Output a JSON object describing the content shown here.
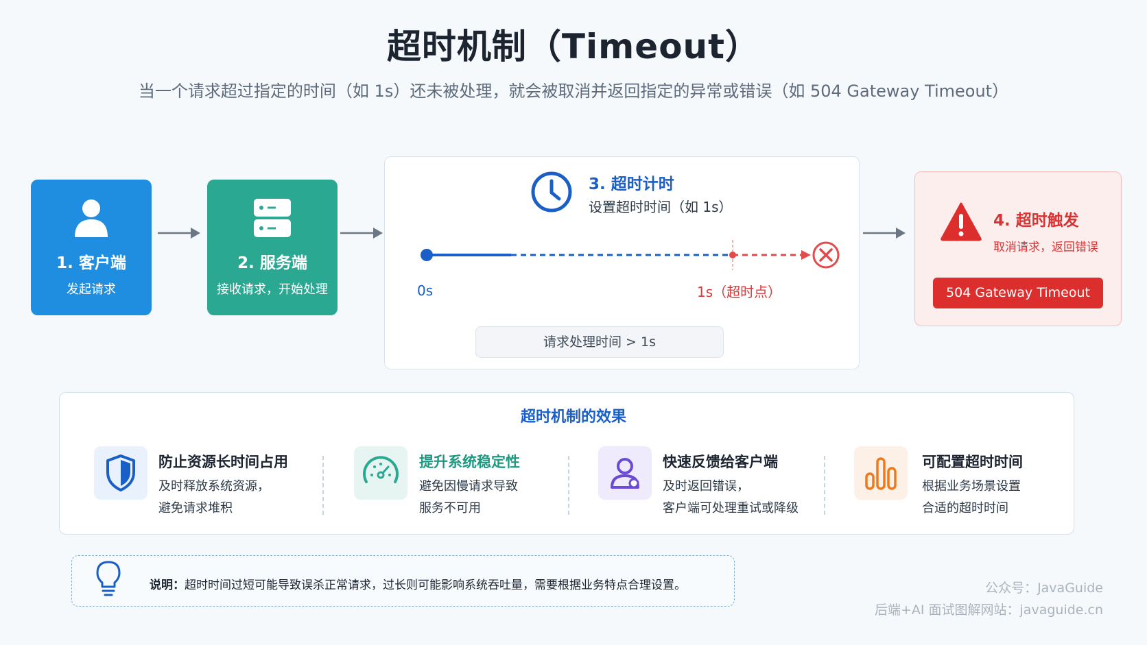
{
  "header": {
    "title": "超时机制（Timeout）",
    "subtitle": "当一个请求超过指定的时间（如 1s）还未被处理，就会被取消并返回指定的异常或错误（如 504 Gateway Timeout）"
  },
  "steps": [
    {
      "label": "1. 客户端",
      "sub": "发起请求",
      "icon": "user-icon",
      "color": "#1f8ee0"
    },
    {
      "label": "2. 服务端",
      "sub": "接收请求，开始处理",
      "icon": "server-icon",
      "color": "#2aa892"
    }
  ],
  "timer": {
    "title": "3. 超时计时",
    "subtitle": "设置超时时间（如 1s）",
    "start_label": "0s",
    "timeout_label": "1s（超时点）",
    "process_label": "请求处理时间 > 1s"
  },
  "timeout": {
    "title": "4. 超时触发",
    "subtitle": "取消请求，返回错误",
    "error_badge": "504 Gateway Timeout",
    "color": "#dd2e2e"
  },
  "effects": {
    "title": "超时机制的效果",
    "items": [
      {
        "title": "防止资源长时间占用",
        "line1": "及时释放系统资源，",
        "line2": "避免请求堆积",
        "icon": "shield-icon",
        "color": "#1a5fc8"
      },
      {
        "title": "提升系统稳定性",
        "line1": "避免因慢请求导致",
        "line2": "服务不可用",
        "icon": "gauge-icon",
        "color": "#2aa892"
      },
      {
        "title": "快速反馈给客户端",
        "line1": "及时返回错误，",
        "line2": "客户端可处理重试或降级",
        "icon": "user-feedback-icon",
        "color": "#6a4bd6"
      },
      {
        "title": "可配置超时时间",
        "line1": "根据业务场景设置",
        "line2": "合适的超时时间",
        "icon": "bar-chart-icon",
        "color": "#ee7a1e"
      }
    ]
  },
  "note": {
    "label": "说明：",
    "text": "超时时间过短可能导致误杀正常请求，过长则可能影响系统吞吐量，需要根据业务特点合理设置。"
  },
  "watermark": {
    "line1": "公众号：JavaGuide",
    "line2": "后端+AI 面试图解网站：javaguide.cn"
  }
}
